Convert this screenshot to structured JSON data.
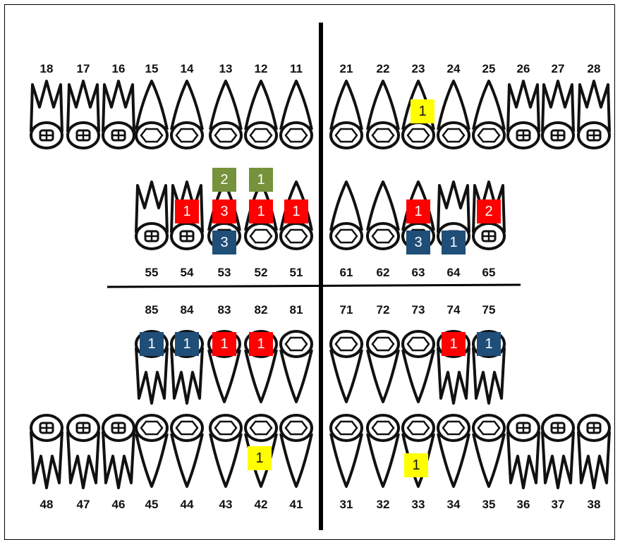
{
  "colors": {
    "red": "#ff0000",
    "blue": "#1f4e79",
    "green": "#76923c",
    "yellow": "#ffff00"
  },
  "rows": {
    "upper_permanent": {
      "right": [
        "18",
        "17",
        "16",
        "15",
        "14",
        "13",
        "12",
        "11"
      ],
      "left": [
        "21",
        "22",
        "23",
        "24",
        "25",
        "26",
        "27",
        "28"
      ]
    },
    "upper_primary": {
      "right": [
        "55",
        "54",
        "53",
        "52",
        "51"
      ],
      "left": [
        "61",
        "62",
        "63",
        "64",
        "65"
      ]
    },
    "lower_primary": {
      "right": [
        "85",
        "84",
        "83",
        "82",
        "81"
      ],
      "left": [
        "71",
        "72",
        "73",
        "74",
        "75"
      ]
    },
    "lower_permanent": {
      "right": [
        "48",
        "47",
        "46",
        "45",
        "44",
        "43",
        "42",
        "41"
      ],
      "left": [
        "31",
        "32",
        "33",
        "34",
        "35",
        "36",
        "37",
        "38"
      ]
    }
  },
  "markers": [
    {
      "tooth": "23",
      "value": "1",
      "color": "yellow"
    },
    {
      "tooth": "53",
      "value": "2",
      "color": "green"
    },
    {
      "tooth": "52",
      "value": "1",
      "color": "green"
    },
    {
      "tooth": "54",
      "value": "1",
      "color": "red"
    },
    {
      "tooth": "53",
      "value": "3",
      "color": "red"
    },
    {
      "tooth": "52",
      "value": "1",
      "color": "red"
    },
    {
      "tooth": "51",
      "value": "1",
      "color": "red"
    },
    {
      "tooth": "63",
      "value": "1",
      "color": "red"
    },
    {
      "tooth": "65",
      "value": "2",
      "color": "red"
    },
    {
      "tooth": "53",
      "value": "3",
      "color": "blue"
    },
    {
      "tooth": "63",
      "value": "3",
      "color": "blue"
    },
    {
      "tooth": "64",
      "value": "1",
      "color": "blue"
    },
    {
      "tooth": "85",
      "value": "1",
      "color": "blue"
    },
    {
      "tooth": "84",
      "value": "1",
      "color": "blue"
    },
    {
      "tooth": "83",
      "value": "1",
      "color": "red"
    },
    {
      "tooth": "82",
      "value": "1",
      "color": "red"
    },
    {
      "tooth": "74",
      "value": "1",
      "color": "red"
    },
    {
      "tooth": "75",
      "value": "1",
      "color": "blue"
    },
    {
      "tooth": "42",
      "value": "1",
      "color": "yellow"
    },
    {
      "tooth": "33",
      "value": "1",
      "color": "yellow"
    }
  ]
}
